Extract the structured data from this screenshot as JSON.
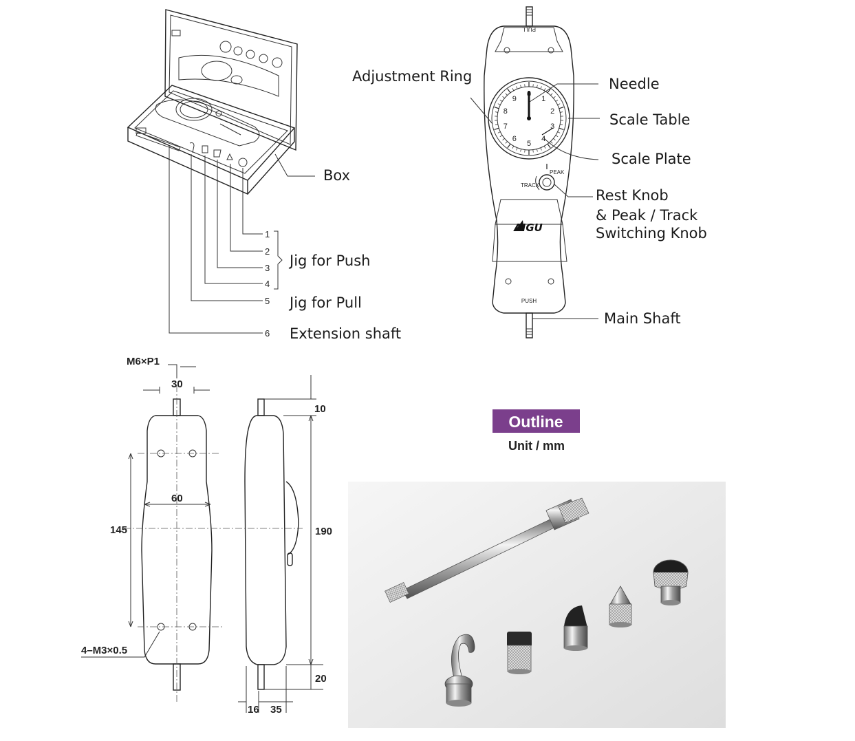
{
  "box_diagram": {
    "box_label": "Box",
    "part_numbers": [
      "1",
      "2",
      "3",
      "4",
      "5",
      "6"
    ],
    "jig_push_label": "Jig for Push",
    "jig_pull_label": "Jig for Pull",
    "extension_label": "Extension shaft"
  },
  "gauge_diagram": {
    "pull_text": "PULL",
    "push_text": "PUSH",
    "peak_text": "PEAK",
    "track_text": "TRACK",
    "logo_text": "AIGU",
    "dial_numbers": [
      "0",
      "1",
      "2",
      "3",
      "4",
      "5",
      "6",
      "7",
      "8",
      "9"
    ],
    "labels": {
      "adjustment_ring": "Adjustment Ring",
      "needle": "Needle",
      "scale_table": "Scale Table",
      "scale_plate": "Scale Plate",
      "rest_knob_1": "Rest Knob",
      "rest_knob_2": "& Peak / Track",
      "rest_knob_3": "Switching Knob",
      "main_shaft": "Main Shaft"
    }
  },
  "outline": {
    "badge": "Outline",
    "unit": "Unit / mm",
    "badge_color": "#7b3f8c",
    "dimensions": {
      "thread": "M6×P1",
      "shaft_width": "30",
      "body_width": "60",
      "hole_spacing": "145",
      "mount_holes": "4–M3×0.5",
      "top_shaft": "10",
      "total_length": "190",
      "bottom_shaft": "20",
      "side_front": "16",
      "side_depth": "35"
    }
  }
}
